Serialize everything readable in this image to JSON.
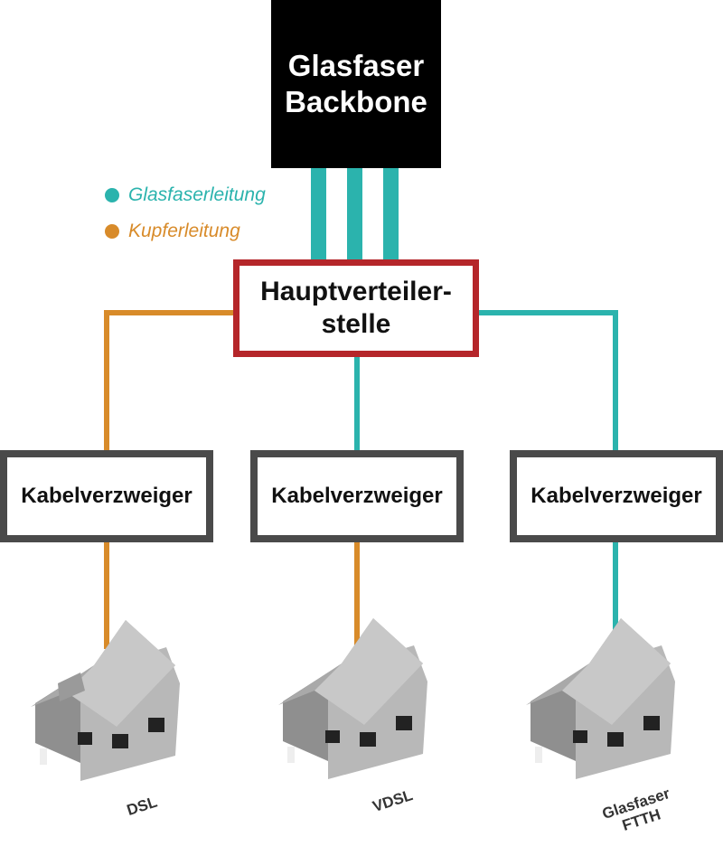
{
  "backbone": {
    "label_line1": "Glasfaser",
    "label_line2": "Backbone"
  },
  "legend": {
    "fiber": {
      "label": "Glasfaserleitung",
      "color": "#2bb3ad"
    },
    "copper": {
      "label": "Kupferleitung",
      "color": "#d88b2a"
    }
  },
  "hvt": {
    "label_line1": "Hauptverteiler-",
    "label_line2": "stelle"
  },
  "kvz": [
    {
      "label": "Kabelverzweiger"
    },
    {
      "label": "Kabelverzweiger"
    },
    {
      "label": "Kabelverzweiger"
    }
  ],
  "houses": [
    {
      "label_line1": "DSL",
      "label_line2": ""
    },
    {
      "label_line1": "VDSL",
      "label_line2": ""
    },
    {
      "label_line1": "Glasfaser",
      "label_line2": "FTTH"
    }
  ],
  "colors": {
    "hvt_border": "#b5262a",
    "kvz_border": "#4a4a4a",
    "backbone": "#000000"
  }
}
